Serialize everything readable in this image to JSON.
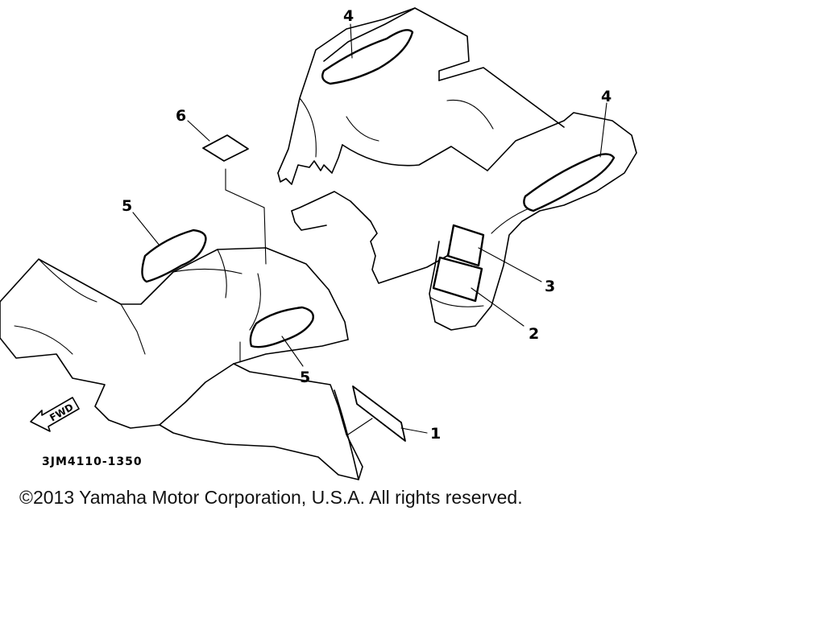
{
  "diagram": {
    "callouts": {
      "p1": "1",
      "p2": "2",
      "p3": "3",
      "p4a": "4",
      "p4b": "4",
      "p5a": "5",
      "p5b": "5",
      "p6": "6"
    },
    "fwd_label": "FWD",
    "diagram_code": "3JM4110-1350"
  },
  "footer": {
    "copyright": "©2013 Yamaha Motor Corporation, U.S.A. All rights reserved."
  }
}
